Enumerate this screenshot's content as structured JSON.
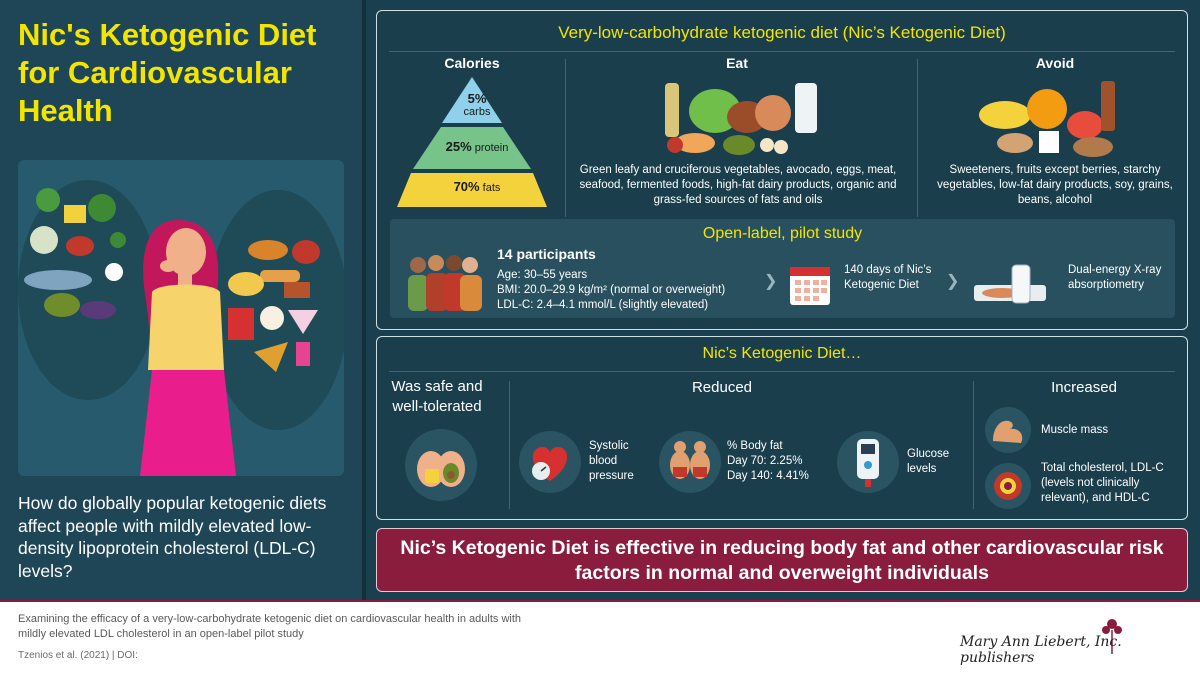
{
  "left": {
    "title": "Nic's Ketogenic Diet for Cardiovascular Health",
    "question": "How do globally popular ketogenic diets affect people with mildly elevated low-density lipoprotein cholesterol (LDL-C) levels?"
  },
  "diet": {
    "heading": "Very-low-carbohydrate ketogenic diet (Nic’s Ketogenic Diet)",
    "calories": {
      "label": "Calories",
      "tiers": [
        {
          "pct": "5%",
          "name": "carbs"
        },
        {
          "pct": "25%",
          "name": "protein"
        },
        {
          "pct": "70%",
          "name": "fats"
        }
      ]
    },
    "eat": {
      "label": "Eat",
      "text": "Green leafy and cruciferous vegetables, avocado, eggs, meat, seafood, fermented foods, high-fat dairy products, organic and grass-fed sources of fats and oils"
    },
    "avoid": {
      "label": "Avoid",
      "text": "Sweeteners, fruits except berries, starchy vegetables, low-fat dairy products, soy, grains, beans, alcohol"
    }
  },
  "study": {
    "heading": "Open-label, pilot study",
    "participants": "14 participants",
    "age": "Age: 30–55 years",
    "bmi": "BMI: 20.0–29.9 kg/m² (normal or overweight)",
    "ldl": "LDL-C: 2.4–4.1 mmol/L (slightly elevated)",
    "duration": "140 days of Nic’s Ketogenic Diet",
    "method": "Dual-energy X-ray absorptiometry"
  },
  "results": {
    "heading": "Nic’s Ketogenic Diet…",
    "safe": "Was safe and well-tolerated",
    "reduced": {
      "label": "Reduced",
      "bp": "Systolic blood pressure",
      "fat_title": "% Body fat",
      "fat_d70": "Day 70: 2.25%",
      "fat_d140": "Day 140: 4.41%",
      "glucose": "Glucose levels"
    },
    "increased": {
      "label": "Increased",
      "muscle": "Muscle mass",
      "chol": "Total cholesterol, LDL-C (levels not clinically relevant), and HDL-C"
    }
  },
  "conclusion": "Nic’s Ketogenic Diet is effective in reducing body fat and other cardiovascular risk factors in normal and overweight individuals",
  "footer": {
    "caption": "Examining the efficacy of a very-low-carbohydrate ketogenic diet on cardiovascular health in adults with mildly elevated LDL cholesterol in an open-label pilot study",
    "citation": "Tzenios et al. (2021)  |  DOI:",
    "publisher": "Mary Ann Liebert, Inc. publishers"
  }
}
